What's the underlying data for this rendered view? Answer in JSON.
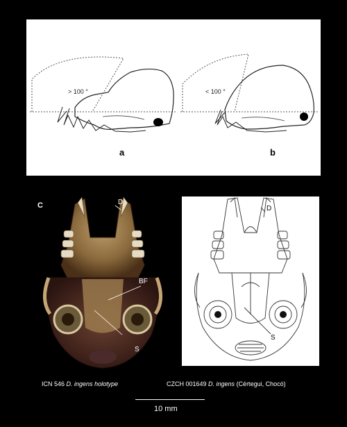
{
  "top_panel": {
    "label_a": "a",
    "label_b": "b",
    "angle_a": "> 100 °",
    "angle_b": "< 100 °"
  },
  "photo_panel": {
    "panel_label": "C",
    "label_D": "D",
    "label_BF": "BF",
    "label_S": "S"
  },
  "drawing_panel": {
    "label_D": "D",
    "label_S": "S"
  },
  "captions": {
    "left_prefix": "ICN 546 ",
    "left_species": "D. ingens",
    "left_suffix": " holotype",
    "right_prefix": "CZCH 001649 ",
    "right_species": "D. ingens",
    "right_suffix": " (Cértegui, Chocó)"
  },
  "scale": {
    "label": "10 mm"
  }
}
